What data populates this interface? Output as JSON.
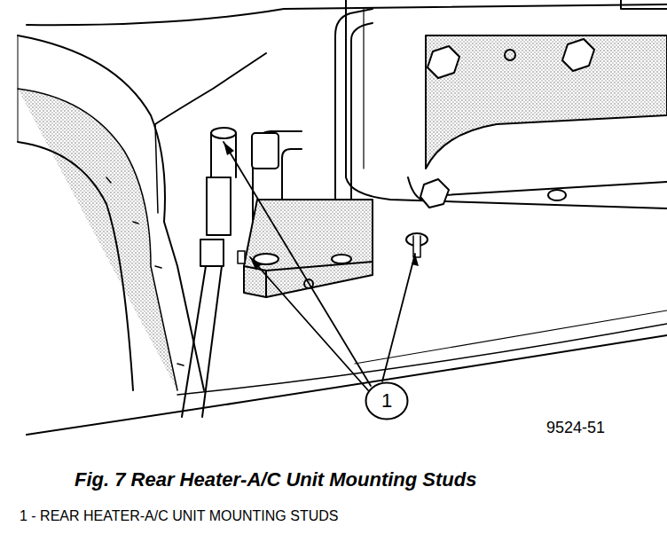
{
  "diagram": {
    "caption": "Fig. 7 Rear Heater-A/C Unit Mounting Studs",
    "nodes": [
      {
        "text": [
          "1"
        ]
      }
    ],
    "labels": [
      "9524-51",
      "1 - REAR HEATER-A/C UNIT MOUNTING STUDS"
    ]
  }
}
